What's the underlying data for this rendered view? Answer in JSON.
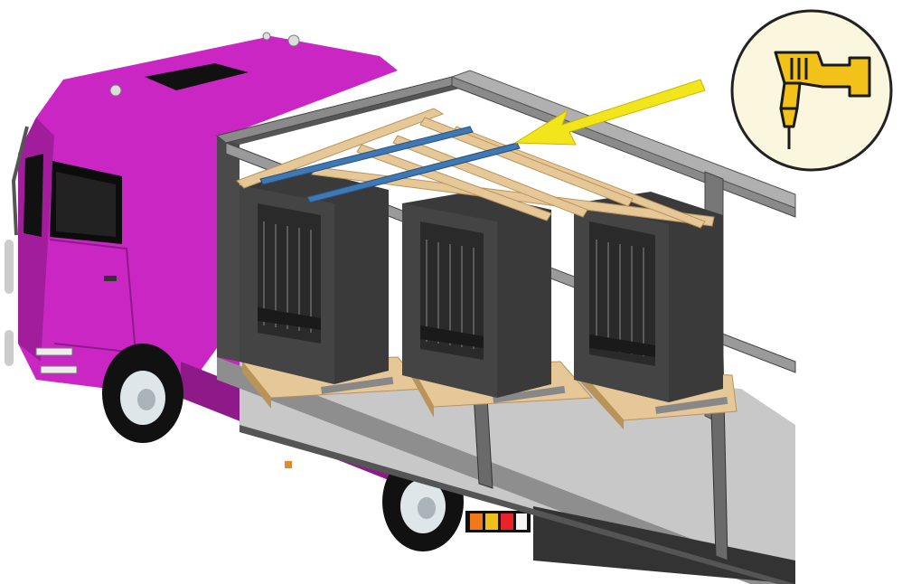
{
  "illustration": {
    "subject": "truck-cutaway-loaded-cabinets",
    "cabinets": 3,
    "pallets": 3,
    "blue_bars": 2
  },
  "colors": {
    "background": "#ffffff",
    "cab": "#c926c4",
    "cab_shade": "#8e1a8a",
    "cab_dark": "#6a1268",
    "container_frame": "#808080",
    "container_frame_dark": "#4a4a4a",
    "floor": "#c8c8c8",
    "wall": "#5a5a5a",
    "cabinet": "#3a3a3a",
    "cabinet_face": "#444444",
    "wood": "#e6c898",
    "wood_dark": "#b8935a",
    "blue_bar": "#3f78b3",
    "arrow": "#f2e51b",
    "drill": "#f2c21b",
    "badge_bg": "#fbf7df",
    "badge_border": "#222222"
  },
  "icons": {
    "drill": "drill-icon",
    "arrow": "pointer-arrow"
  }
}
